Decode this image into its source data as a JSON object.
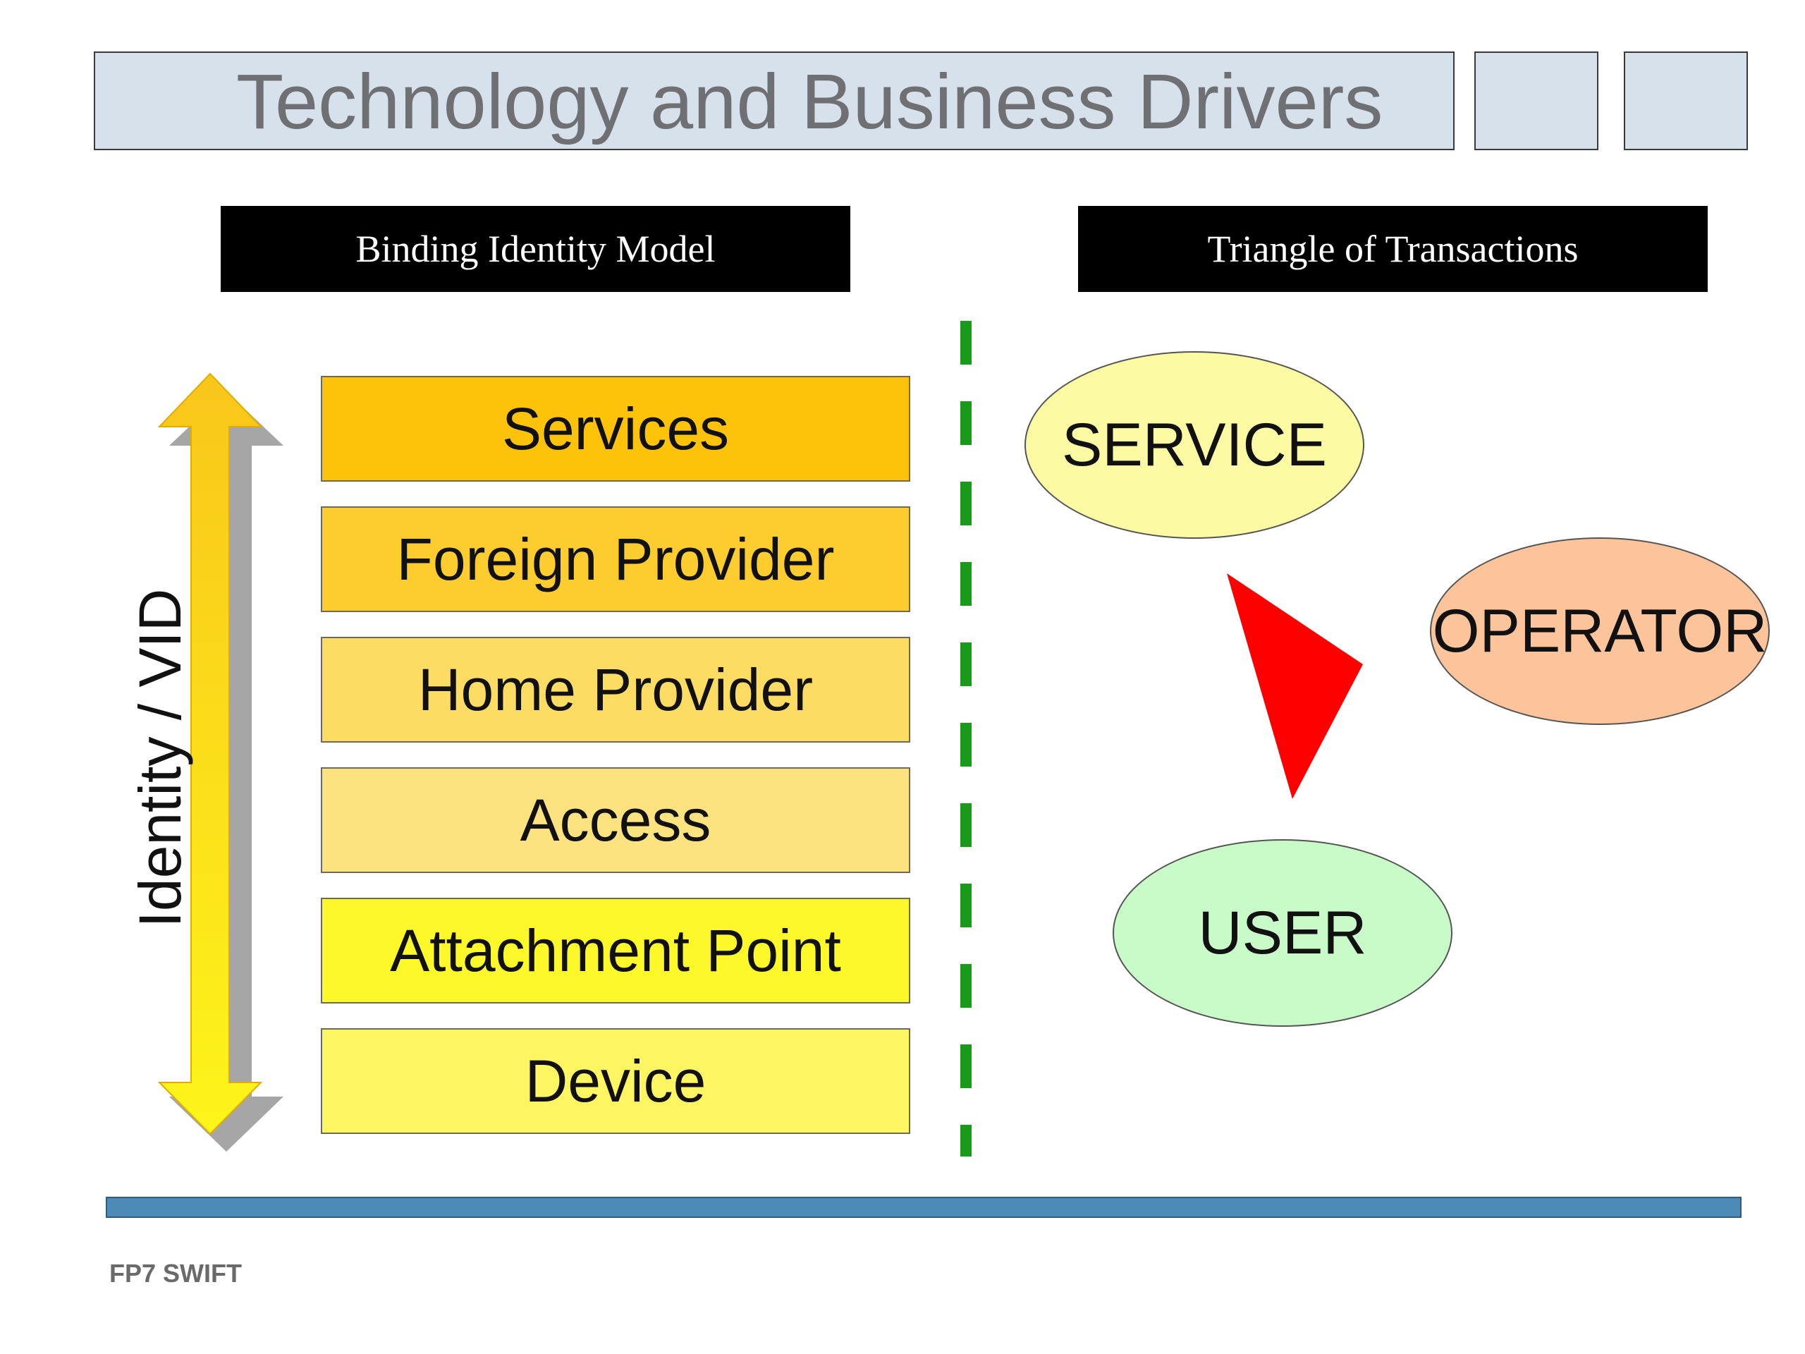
{
  "title": "Technology and Business Drivers",
  "left_header": "Binding Identity Model",
  "right_header": "Triangle of Transactions",
  "axis_label": "Identity / VID",
  "layers": [
    {
      "label": "Services",
      "color": "#fcc30a"
    },
    {
      "label": "Foreign Provider",
      "color": "#fdcd2f"
    },
    {
      "label": "Home Provider",
      "color": "#fddc64"
    },
    {
      "label": "Access",
      "color": "#fde280"
    },
    {
      "label": "Attachment Point",
      "color": "#fdf829"
    },
    {
      "label": "Device",
      "color": "#fdf562"
    }
  ],
  "nodes": {
    "service": {
      "label": "SERVICE",
      "color": "#fcfaa2"
    },
    "operator": {
      "label": "OPERATOR",
      "color": "#fbc49a"
    },
    "user": {
      "label": "USER",
      "color": "#c9fbc9"
    }
  },
  "colors": {
    "divider": "#1a9a1a",
    "triangle": "#ff0000",
    "arrow": "#f9c61a",
    "arrow_shadow": "#a6a6a6",
    "bottom_bar": "#4e8ab8"
  },
  "footer": "FP7 SWIFT"
}
